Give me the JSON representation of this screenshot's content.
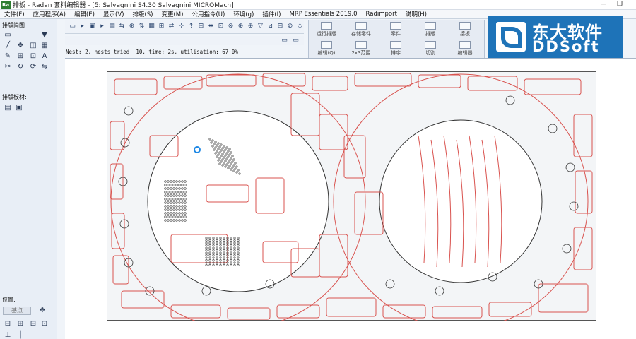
{
  "window": {
    "title": "排板 - Radan 套料编辑器 - [5: Salvagnini S4.30 Salvagnini MICROMach]",
    "app_badge": "Ra",
    "controls": [
      "—",
      "❐"
    ]
  },
  "menu": [
    "文件(F)",
    "应用程序(A)",
    "编辑(E)",
    "显示(V)",
    "排版(S)",
    "变更(M)",
    "公用指令(U)",
    "环境(g)",
    "插件(I)",
    "MRP Essentials 2019.0",
    "Radimport",
    "说明(H)"
  ],
  "left_panel": {
    "section_tools_label": "排版简图",
    "section_sheets_label": "排版板材:",
    "section_position_label": "位置:",
    "position_value": "基点",
    "icons": [
      "rectangle-icon",
      "arrow-down-icon",
      "line-icon",
      "move-icon",
      "pen-icon",
      "text-icon",
      "arc-icon",
      "grid-icon",
      "node-icon",
      "rotate-icon",
      "spin-icon",
      "sequence-icon"
    ]
  },
  "toolbars": {
    "row1_glyphs": [
      "▭",
      "▸",
      "▣",
      "▸",
      "▤",
      "⇆",
      "⊕",
      "⇅",
      "▦",
      "⊞",
      "⇄",
      "⊹",
      "⇡",
      "⊞",
      "⬌",
      "⊡",
      "⊗",
      "⊕",
      "⊕",
      "▽",
      "⊿",
      "⊟",
      "⊘",
      "◇"
    ],
    "row2_glyphs": [
      "▭",
      "▭"
    ]
  },
  "big_tools": [
    {
      "label": "运行排版"
    },
    {
      "label": "存储零件"
    },
    {
      "label": "零件"
    },
    {
      "label": "排版"
    },
    {
      "label": "编辑(Q)"
    },
    {
      "label": "2x3范围"
    },
    {
      "label": "排序"
    },
    {
      "label": "切割"
    },
    {
      "label": "接板"
    },
    {
      "label": "编辑器"
    }
  ],
  "logo": {
    "cn": "东大软件",
    "en": "DDSoft",
    "color": "#1e73b8"
  },
  "status_line": "Nest: 2, nests tried: 10, time: 2s, utilisation: 67.0%",
  "colors": {
    "part_outline": "#d9534f",
    "sheet_border": "#555555",
    "hole_outline": "#333333",
    "selection": "#1e88e5"
  }
}
